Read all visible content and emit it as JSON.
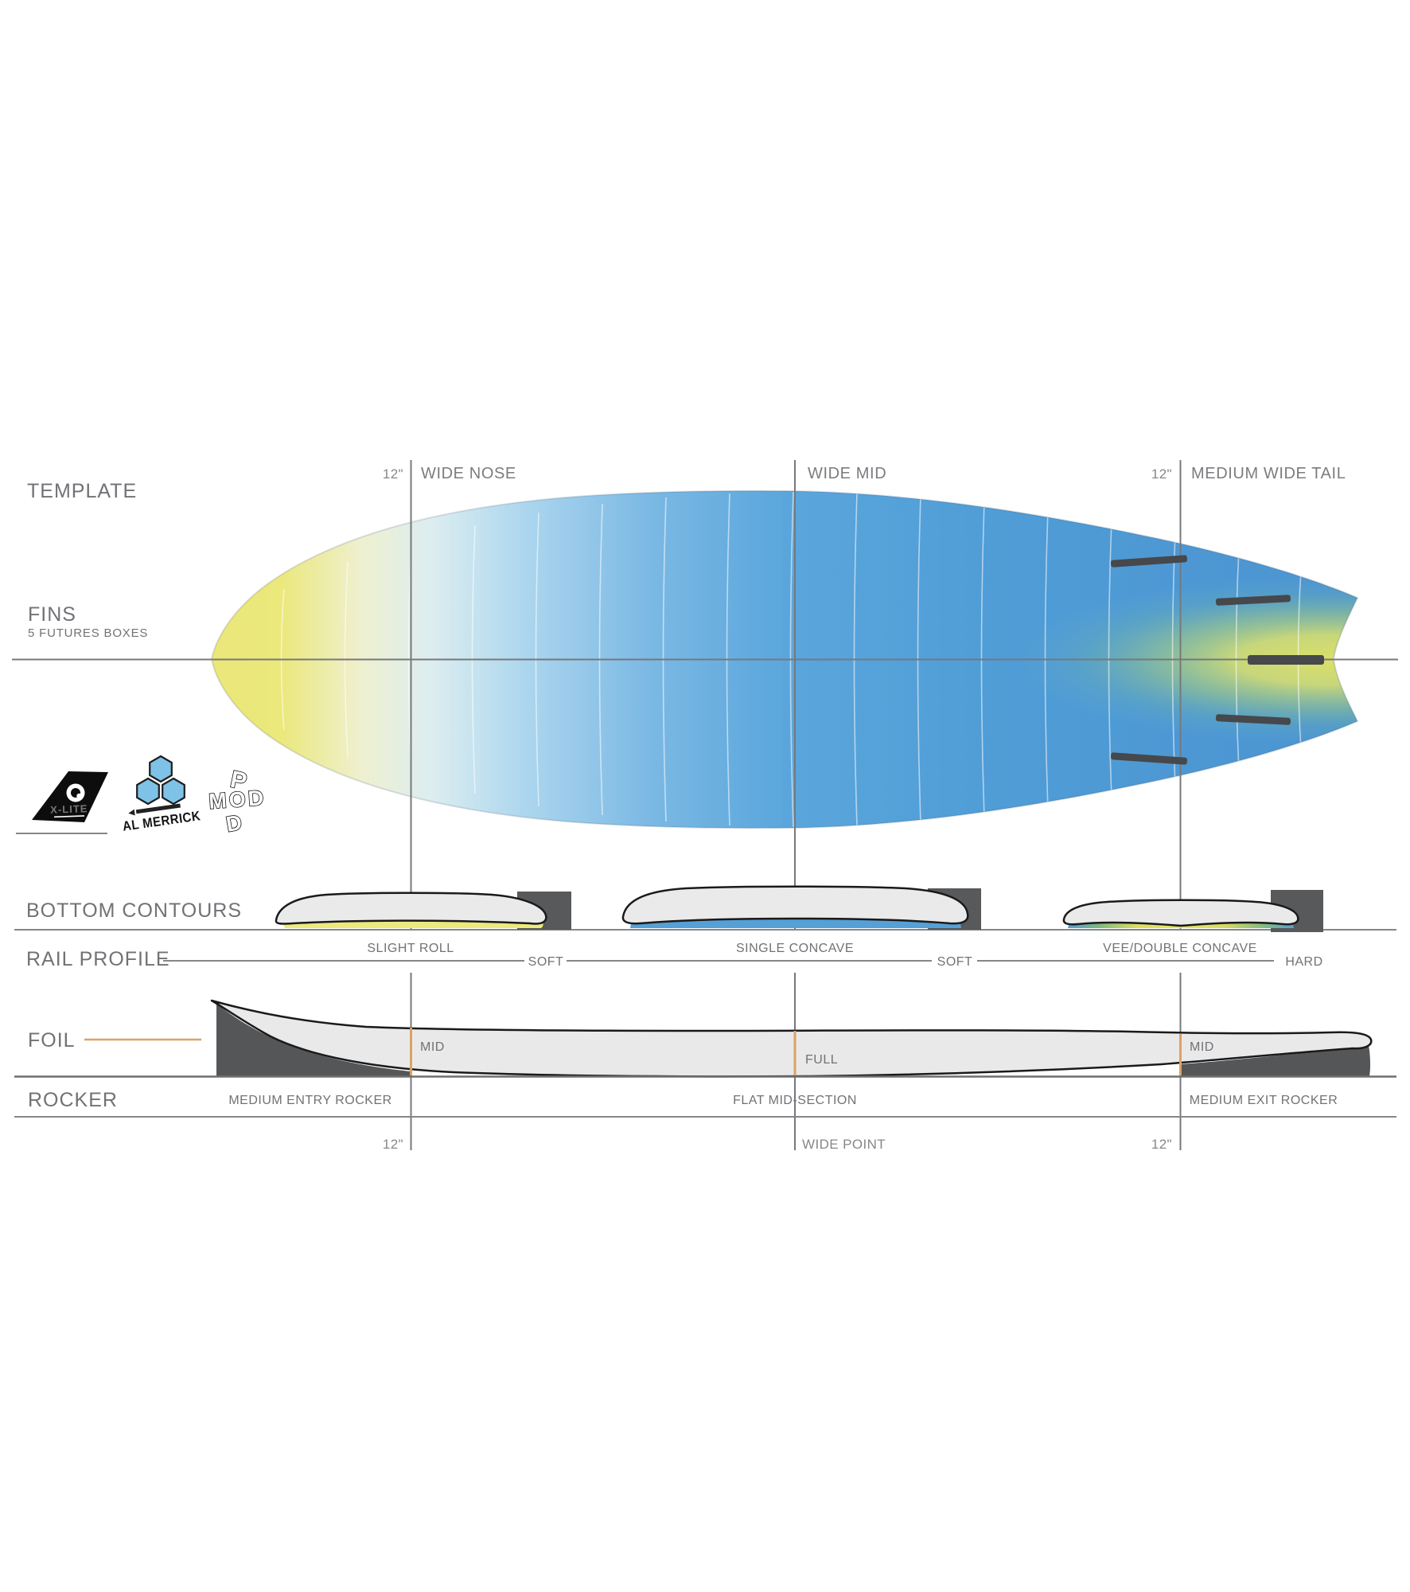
{
  "title": "Surfboard model spec diagram",
  "colors": {
    "board_blue": "#55a3da",
    "board_yellow": "#ebe779",
    "accent_orange": "#dba266",
    "dark_gray": "#555658",
    "line_gray": "#85868a"
  },
  "template_row": {
    "header": "TEMPLATE",
    "nose_offset": "12\"",
    "wide_nose": "WIDE NOSE",
    "wide_mid": "WIDE MID",
    "tail_offset": "12\"",
    "tail_label": "MEDIUM WIDE TAIL"
  },
  "fins": {
    "header": "FINS",
    "subtitle": "5 FUTURES BOXES"
  },
  "logos": {
    "xlite": "X-LITE",
    "al_merrick": "AL MERRICK",
    "model_p": "P",
    "model_mod": "MOD",
    "model_d": "D"
  },
  "bottom_contours": {
    "header": "BOTTOM CONTOURS",
    "nose_section": "SLIGHT ROLL",
    "mid_section": "SINGLE CONCAVE",
    "tail_section": "VEE/DOUBLE CONCAVE"
  },
  "rail_profile": {
    "header": "RAIL PROFILE",
    "nose": "SOFT",
    "mid": "SOFT",
    "tail": "HARD"
  },
  "foil": {
    "header": "FOIL",
    "nose": "MID",
    "mid": "FULL",
    "tail": "MID"
  },
  "rocker": {
    "header": "ROCKER",
    "entry": "MEDIUM ENTRY ROCKER",
    "mid": "FLAT MID-SECTION",
    "exit": "MEDIUM EXIT ROCKER"
  },
  "scale": {
    "nose_offset": "12\"",
    "wide_point": "WIDE POINT",
    "tail_offset": "12\""
  }
}
